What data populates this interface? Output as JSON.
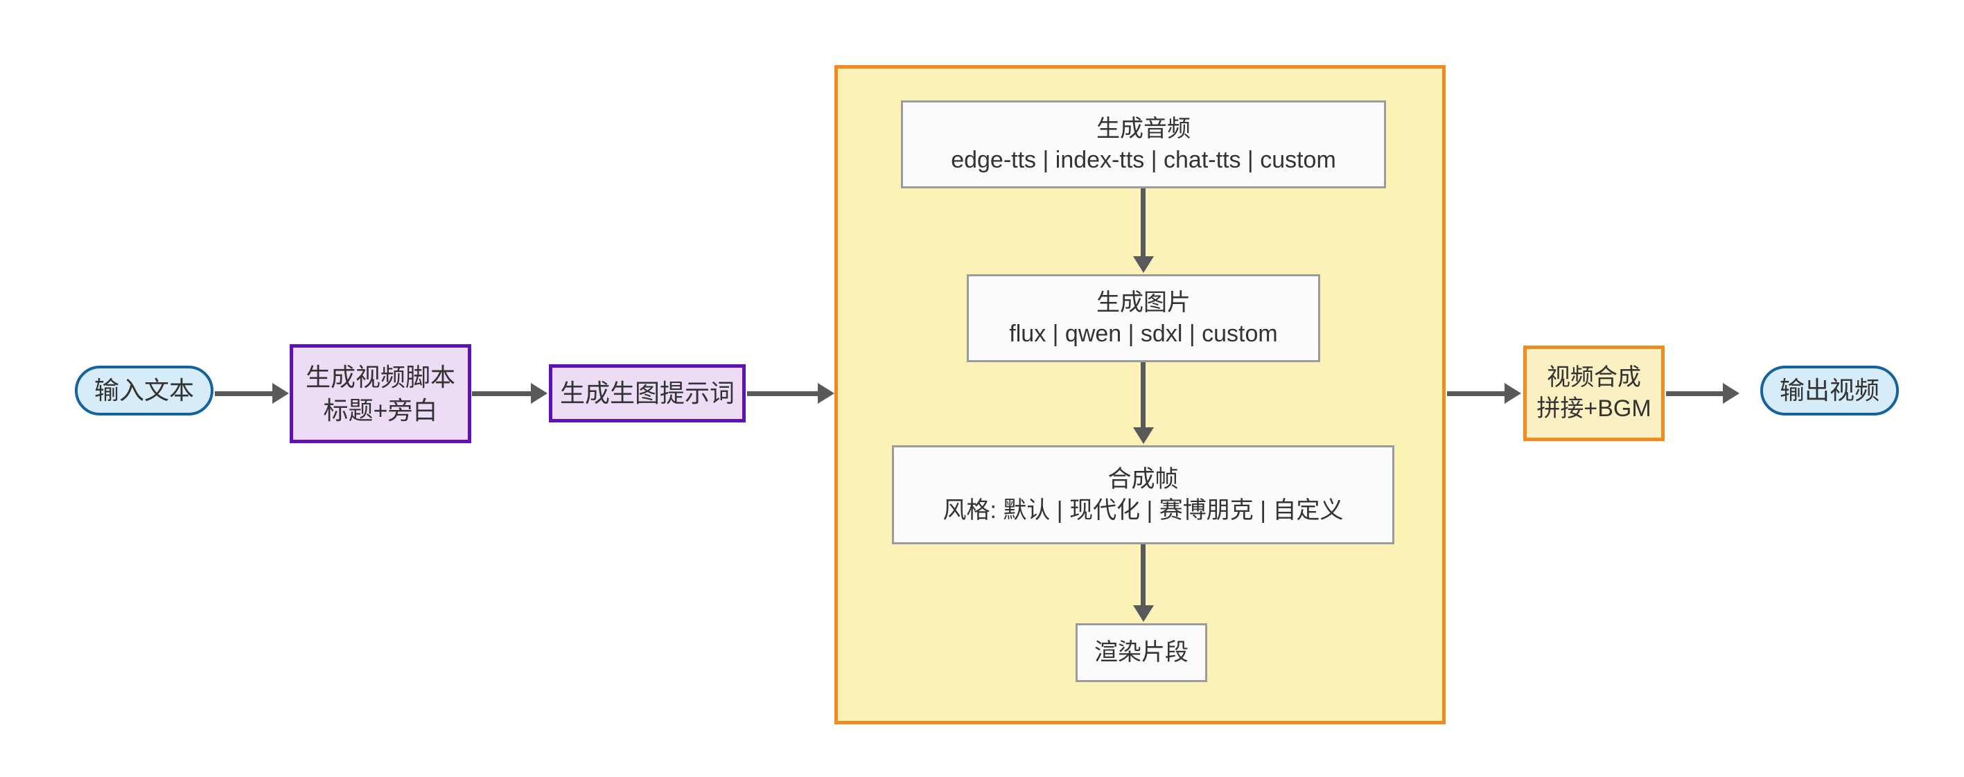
{
  "diagram": {
    "type": "flowchart",
    "direction": "left-to-right",
    "title": "",
    "colors": {
      "terminal_fill": "#d6ecf9",
      "terminal_stroke": "#14639f",
      "process_fill": "#eddcf5",
      "process_stroke": "#5f10b8",
      "accent_fill": "#fbf0c2",
      "accent_stroke": "#f18b21",
      "plain_fill": "#fbfbfb",
      "plain_stroke": "#9b9b9b",
      "subgraph_fill": "#fcf2b8",
      "subgraph_stroke": "#f18b21",
      "edge": "#58595b",
      "text": "#333333"
    }
  },
  "nodes": {
    "input_text": {
      "label": "输入文本"
    },
    "script": {
      "line1": "生成视频脚本",
      "line2": "标题+旁白"
    },
    "prompt": {
      "label": "生成生图提示词"
    },
    "audio": {
      "line1": "生成音频",
      "line2": "edge-tts | index-tts | chat-tts | custom"
    },
    "image": {
      "line1": "生成图片",
      "line2": "flux | qwen | sdxl | custom"
    },
    "frame": {
      "line1": "合成帧",
      "line2": "风格: 默认 | 现代化 | 赛博朋克 | 自定义"
    },
    "render": {
      "label": "渲染片段"
    },
    "compose": {
      "line1": "视频合成",
      "line2": "拼接+BGM"
    },
    "output_video": {
      "label": "输出视频"
    }
  },
  "subgraph": {
    "label": ""
  },
  "edges": [
    {
      "from": "input_text",
      "to": "script",
      "label": ""
    },
    {
      "from": "script",
      "to": "prompt",
      "label": ""
    },
    {
      "from": "prompt",
      "to": "audio",
      "label": ""
    },
    {
      "from": "audio",
      "to": "image",
      "label": ""
    },
    {
      "from": "image",
      "to": "frame",
      "label": ""
    },
    {
      "from": "frame",
      "to": "render",
      "label": ""
    },
    {
      "from": "render",
      "to": "compose",
      "label": ""
    },
    {
      "from": "compose",
      "to": "output_video",
      "label": ""
    }
  ]
}
